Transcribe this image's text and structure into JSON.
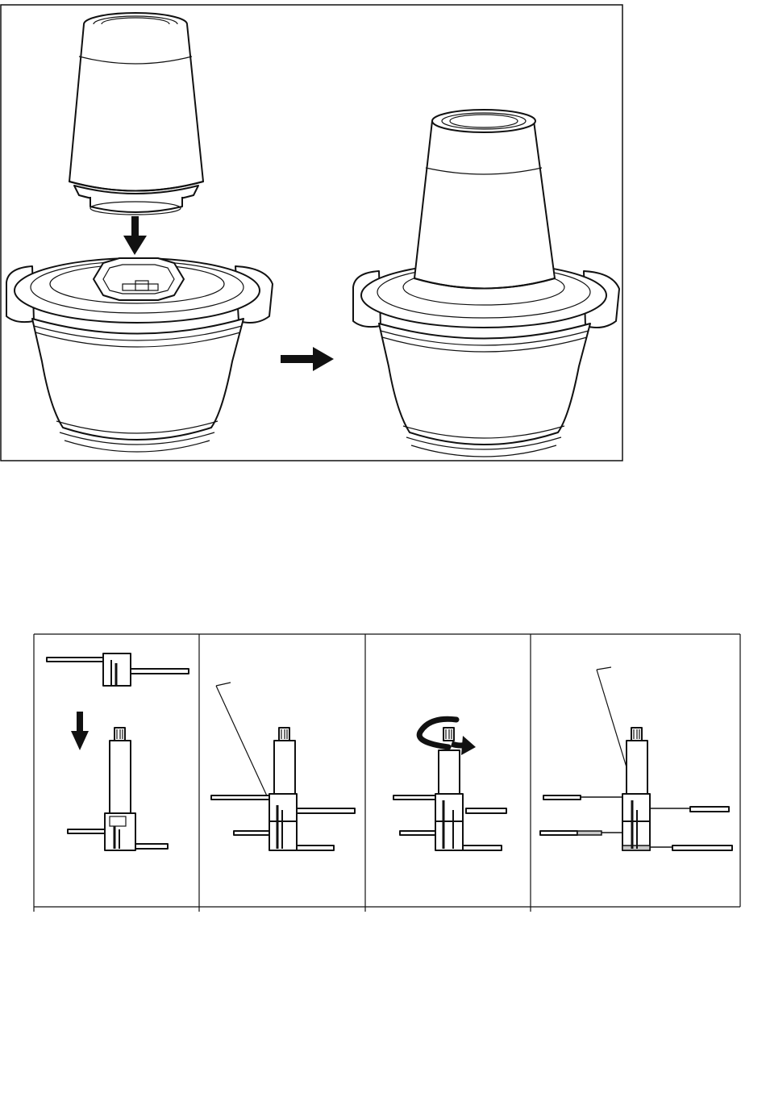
{
  "figure_top": {
    "steps": [
      "motor-unit-above-bowl",
      "motor-unit-mounted-on-bowl"
    ],
    "arrows": [
      "down-arrow-icon",
      "right-arrow-icon"
    ]
  },
  "figure_bottom": {
    "panels": [
      "insert-lower-blade",
      "lower-blade-seated",
      "rotate-to-lock",
      "upper-blade-assembled"
    ],
    "arrows": [
      "down-arrow-icon",
      "rotate-arrow-icon"
    ]
  },
  "colors": {
    "line": "#111111",
    "background": "#ffffff",
    "shade": "#c8c8c8"
  }
}
